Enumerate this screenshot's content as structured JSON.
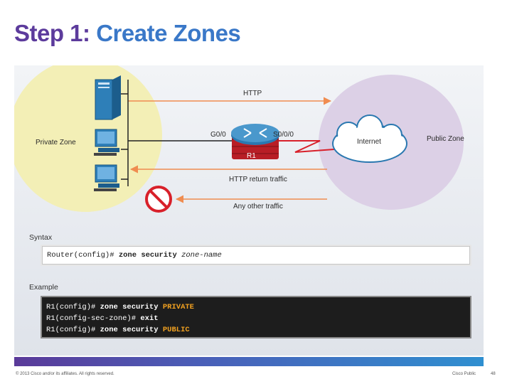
{
  "title": {
    "part1": "Step 1:",
    "part2": "Create Zones"
  },
  "diagram": {
    "private_zone_label": "Private Zone",
    "public_zone_label": "Public Zone",
    "internet_label": "Internet",
    "router_label": "R1",
    "iface_inside": "G0/0",
    "iface_outside": "S0/0/0",
    "arrow_http": "HTTP",
    "arrow_return": "HTTP return traffic",
    "arrow_other": "Any other traffic",
    "colors": {
      "private_zone": "#f3efb6",
      "public_zone": "#dcd0e6",
      "arrow": "#f08c50",
      "router": "#1e6fa8",
      "blocked": "#d8202a"
    }
  },
  "syntax": {
    "label": "Syntax",
    "prompt": "Router(config)#",
    "command": "zone security",
    "argument": "zone-name"
  },
  "example": {
    "label": "Example",
    "lines": [
      {
        "prompt": "R1(config)#",
        "command": "zone security",
        "value": "PRIVATE"
      },
      {
        "prompt": "R1(config-sec-zone)#",
        "command": "exit",
        "value": ""
      },
      {
        "prompt": "R1(config)#",
        "command": "zone security",
        "value": "PUBLIC"
      }
    ]
  },
  "footer": {
    "copyright": "© 2013 Cisco and/or its affiliates. All rights reserved.",
    "classification": "Cisco Public",
    "page": "48"
  }
}
